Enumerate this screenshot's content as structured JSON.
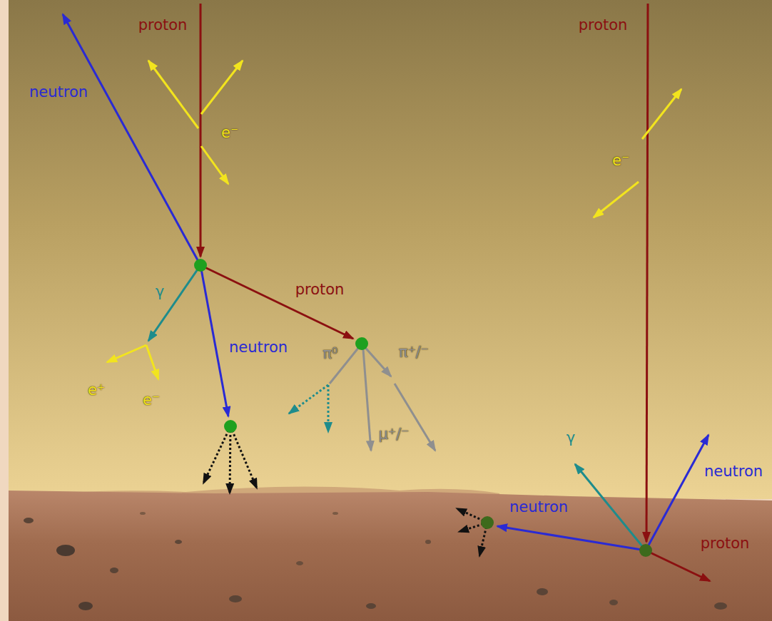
{
  "diagram": {
    "labels": [
      "proton",
      "proton",
      "neutron",
      "e⁻",
      "e⁻",
      "proton",
      "γ",
      "neutron",
      "π⁰",
      "π⁺/⁻",
      "e⁺",
      "e⁻",
      "μ⁺/⁻",
      "γ",
      "neutron",
      "neutron",
      "proton"
    ]
  }
}
